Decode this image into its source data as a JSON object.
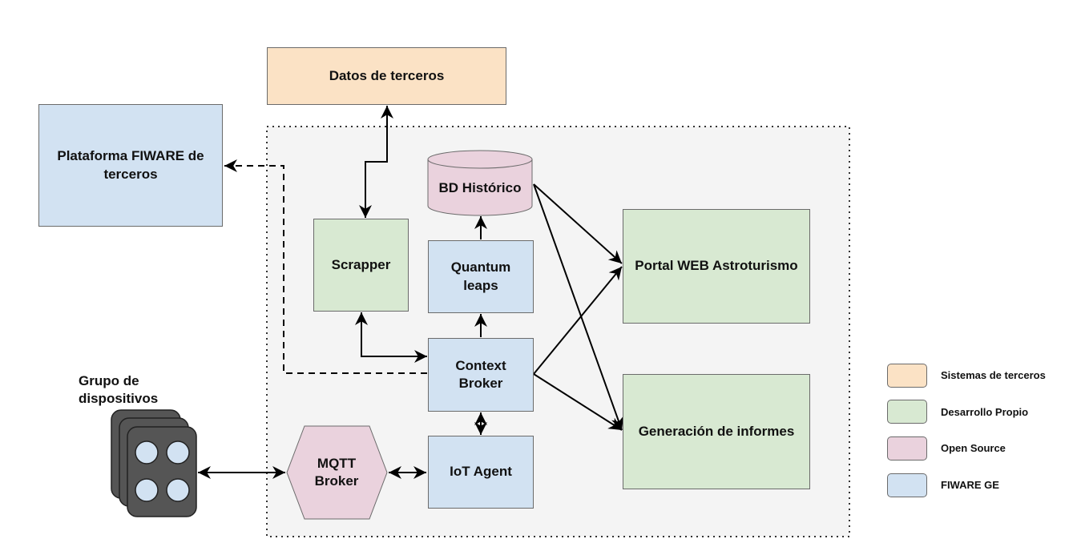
{
  "nodes": {
    "datos_terceros": "Datos de terceros",
    "plataforma_fiware": "Plataforma FIWARE de terceros",
    "bd_historico": "BD Histórico",
    "scrapper": "Scrapper",
    "quantum_leaps": "Quantum leaps",
    "context_broker": "Context Broker",
    "iot_agent": "IoT Agent",
    "mqtt_broker": "MQTT Broker",
    "portal_web": "Portal WEB Astroturismo",
    "generacion_informes": "Generación de informes",
    "grupo_dispositivos": "Grupo de dispositivos"
  },
  "legend": [
    {
      "label": "Sistemas de terceros",
      "color": "#fbe2c5"
    },
    {
      "label": "Desarrollo Propio",
      "color": "#d8e9d2"
    },
    {
      "label": "Open Source",
      "color": "#ead2dd"
    },
    {
      "label": "FIWARE GE",
      "color": "#d2e2f2"
    }
  ]
}
